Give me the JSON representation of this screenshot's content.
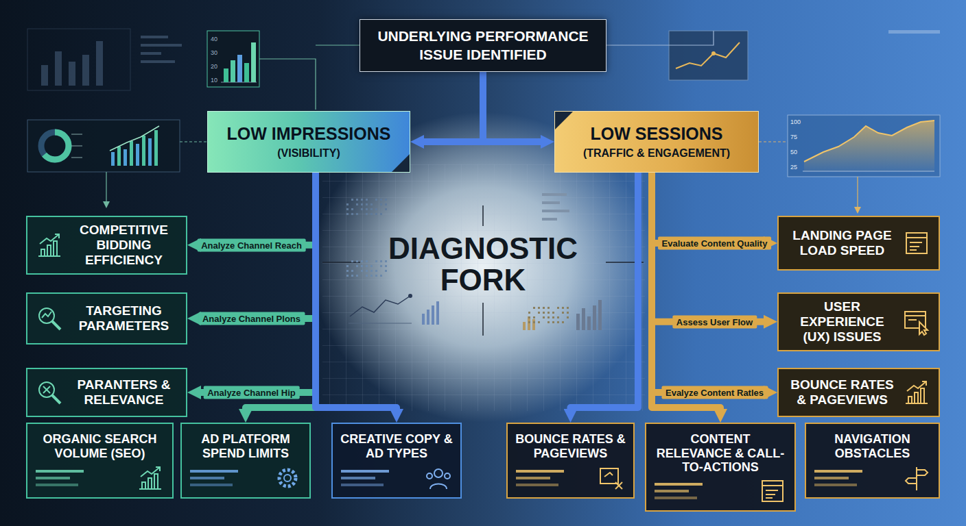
{
  "diagram": {
    "nodes": [
      {
        "text": [
          "UNDERLYING PERFORMANCE ISSUE IDENTIFIED"
        ]
      },
      {
        "text": [
          "LOW IMPRESSIONS",
          "(VISIBILITY)"
        ]
      },
      {
        "text": [
          "LOW SESSIONS",
          "(TRAFFIC & ENGAGEMENT)"
        ]
      },
      {
        "text": [
          "COMPETITIVE BIDDING EFFICIENCY"
        ]
      },
      {
        "text": [
          "LANDING PAGE LOAD SPEED"
        ]
      },
      {
        "text": [
          "TARGETING PARAMETERS"
        ]
      },
      {
        "text": [
          "USER EXPERIENCE (UX) ISSUES"
        ]
      },
      {
        "text": [
          "PARANTERS & RELEVANCE"
        ]
      },
      {
        "text": [
          "BOUNCE RATES & PAGEVIEWS"
        ]
      },
      {
        "text": [
          "ORGANIC SEARCH VOLUME (SEO)"
        ]
      },
      {
        "text": [
          "AD PLATFORM SPEND LIMITS"
        ]
      },
      {
        "text": [
          "CREATIVE COPY & AD TYPES"
        ]
      },
      {
        "text": [
          "BOUNCE RATES & PAGEVIEWS"
        ]
      },
      {
        "text": [
          "CONTENT RELEVANCE & CALL-TO-ACTIONS"
        ]
      },
      {
        "text": [
          "NAVIGATION OBSTACLES"
        ]
      }
    ],
    "edges": [
      {
        "from": 0,
        "to": 1,
        "arrow": "to"
      },
      {
        "from": 0,
        "to": 2,
        "arrow": "to"
      },
      {
        "from": 1,
        "to": 3,
        "label": "Analyze Channel Reach",
        "arrow": "to"
      },
      {
        "from": 1,
        "to": 5,
        "label": "Analyze Channel Plons",
        "arrow": "to"
      },
      {
        "from": 1,
        "to": 7,
        "label": "Analyze Channel Hip",
        "arrow": "to"
      },
      {
        "from": 1,
        "to": 10,
        "arrow": "to"
      },
      {
        "from": 1,
        "to": 11,
        "arrow": "to"
      },
      {
        "from": 2,
        "to": 4,
        "label": "Evaluate Content Quality",
        "arrow": "to"
      },
      {
        "from": 2,
        "to": 6,
        "label": "Assess User Flow",
        "arrow": "to"
      },
      {
        "from": 2,
        "to": 8,
        "label": "Evalyze Content Ratles",
        "arrow": "to"
      },
      {
        "from": 2,
        "to": 12,
        "arrow": "to"
      },
      {
        "from": 2,
        "to": 13,
        "arrow": "to"
      }
    ],
    "labels": [
      "DIAGNOSTIC FORK",
      "40",
      "30",
      "20",
      "10",
      "100",
      "75",
      "50",
      "25"
    ]
  }
}
